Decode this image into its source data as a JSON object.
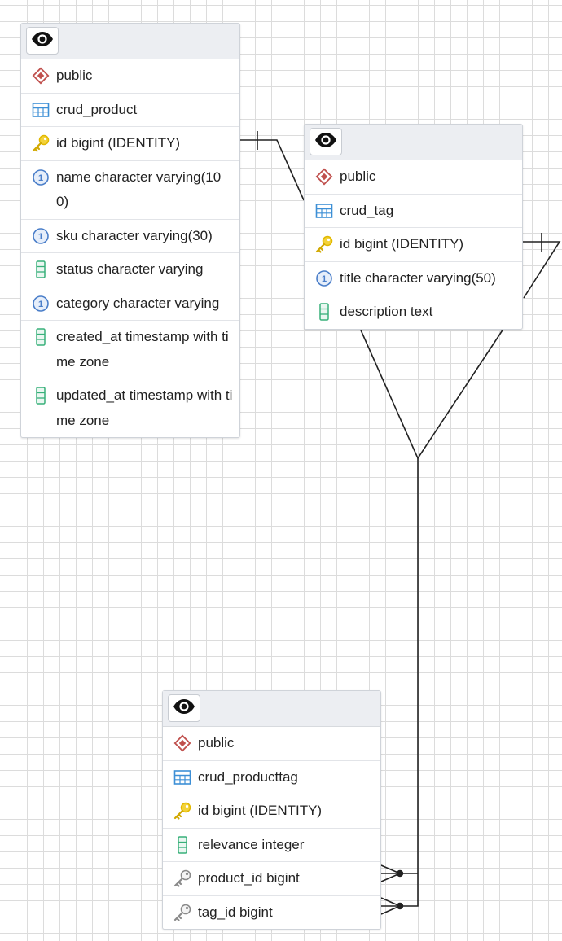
{
  "tables": [
    {
      "id": "crud_product",
      "schema": "public",
      "name": "crud_product",
      "columns": [
        {
          "icon": "primary-key-icon",
          "text": "id bigint (IDENTITY)"
        },
        {
          "icon": "unique-column-icon",
          "text": "name character varying(100)"
        },
        {
          "icon": "unique-column-icon",
          "text": "sku character varying(30)"
        },
        {
          "icon": "column-icon",
          "text": "status character varying"
        },
        {
          "icon": "unique-column-icon",
          "text": "category character varying"
        },
        {
          "icon": "column-icon",
          "text": "created_at timestamp with time zone"
        },
        {
          "icon": "column-icon",
          "text": "updated_at timestamp with time zone"
        }
      ]
    },
    {
      "id": "crud_tag",
      "schema": "public",
      "name": "crud_tag",
      "columns": [
        {
          "icon": "primary-key-icon",
          "text": "id bigint (IDENTITY)"
        },
        {
          "icon": "unique-column-icon",
          "text": "title character varying(50)"
        },
        {
          "icon": "column-icon",
          "text": "description text"
        }
      ]
    },
    {
      "id": "crud_producttag",
      "schema": "public",
      "name": "crud_producttag",
      "columns": [
        {
          "icon": "primary-key-icon",
          "text": "id bigint (IDENTITY)"
        },
        {
          "icon": "column-icon",
          "text": "relevance integer"
        },
        {
          "icon": "foreign-key-icon",
          "text": "product_id bigint"
        },
        {
          "icon": "foreign-key-icon",
          "text": "tag_id bigint"
        }
      ]
    }
  ],
  "relationships": [
    {
      "from": "crud_producttag.product_id",
      "to": "crud_product.id",
      "cardinality": "many-to-one"
    },
    {
      "from": "crud_producttag.tag_id",
      "to": "crud_tag.id",
      "cardinality": "many-to-one"
    }
  ],
  "colors": {
    "schema_icon": "#c0504d",
    "table_icon": "#3d8fd6",
    "key_icon": "#e1b800",
    "unique_icon": "#4a7ec9",
    "column_icon": "#38b07a",
    "fk_icon": "#8a8a8a",
    "link_line": "#222222"
  }
}
